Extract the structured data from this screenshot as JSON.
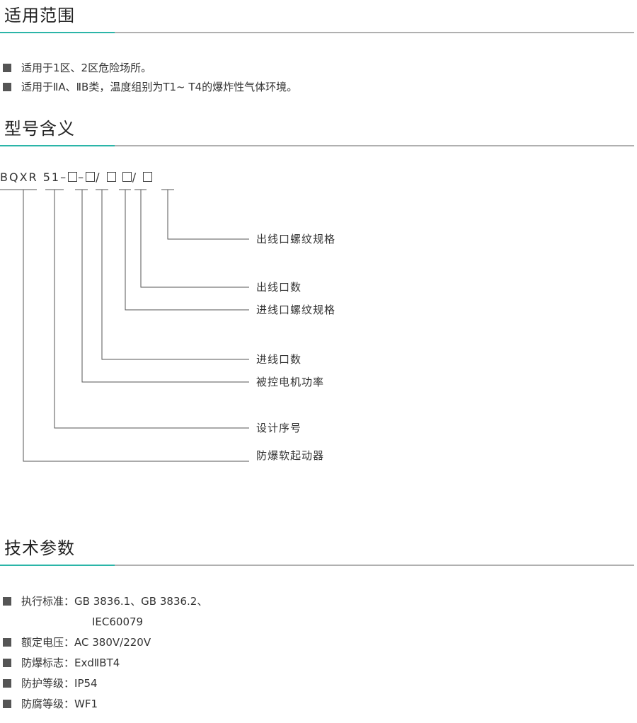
{
  "sections": {
    "scope_title": "适用范围",
    "model_title": "型号含义",
    "tech_title": "技术参数"
  },
  "scope_items": [
    "适用于1区、2区危险场所。",
    "适用于ⅡA、ⅡB类，温度组别为T1~ T4的爆炸性气体环境。"
  ],
  "model": {
    "prefix": "BQXR",
    "number": "51",
    "sep1": "–",
    "sep2": "–",
    "slash1": "/",
    "slash2": "/",
    "labels": [
      "出线口螺纹规格",
      "出线口数",
      "进线口螺纹规格",
      "进线口数",
      "被控电机功率",
      "设计序号",
      "防爆软起动器"
    ]
  },
  "tech": [
    {
      "label": "执行标准：",
      "value": "GB 3836.1、GB 3836.2、"
    },
    {
      "continuation": "IEC60079"
    },
    {
      "label": "额定电压：",
      "value": "AC 380V/220V"
    },
    {
      "label": "防爆标志：",
      "value": "ExdⅡBT4"
    },
    {
      "label": "防护等级：",
      "value": "IP54"
    },
    {
      "label": "防腐等级：",
      "value": "WF1"
    }
  ],
  "colors": {
    "accent": "#2bb5a8",
    "rule": "#b0b0b0",
    "bullet": "#555555",
    "text": "#333333"
  }
}
